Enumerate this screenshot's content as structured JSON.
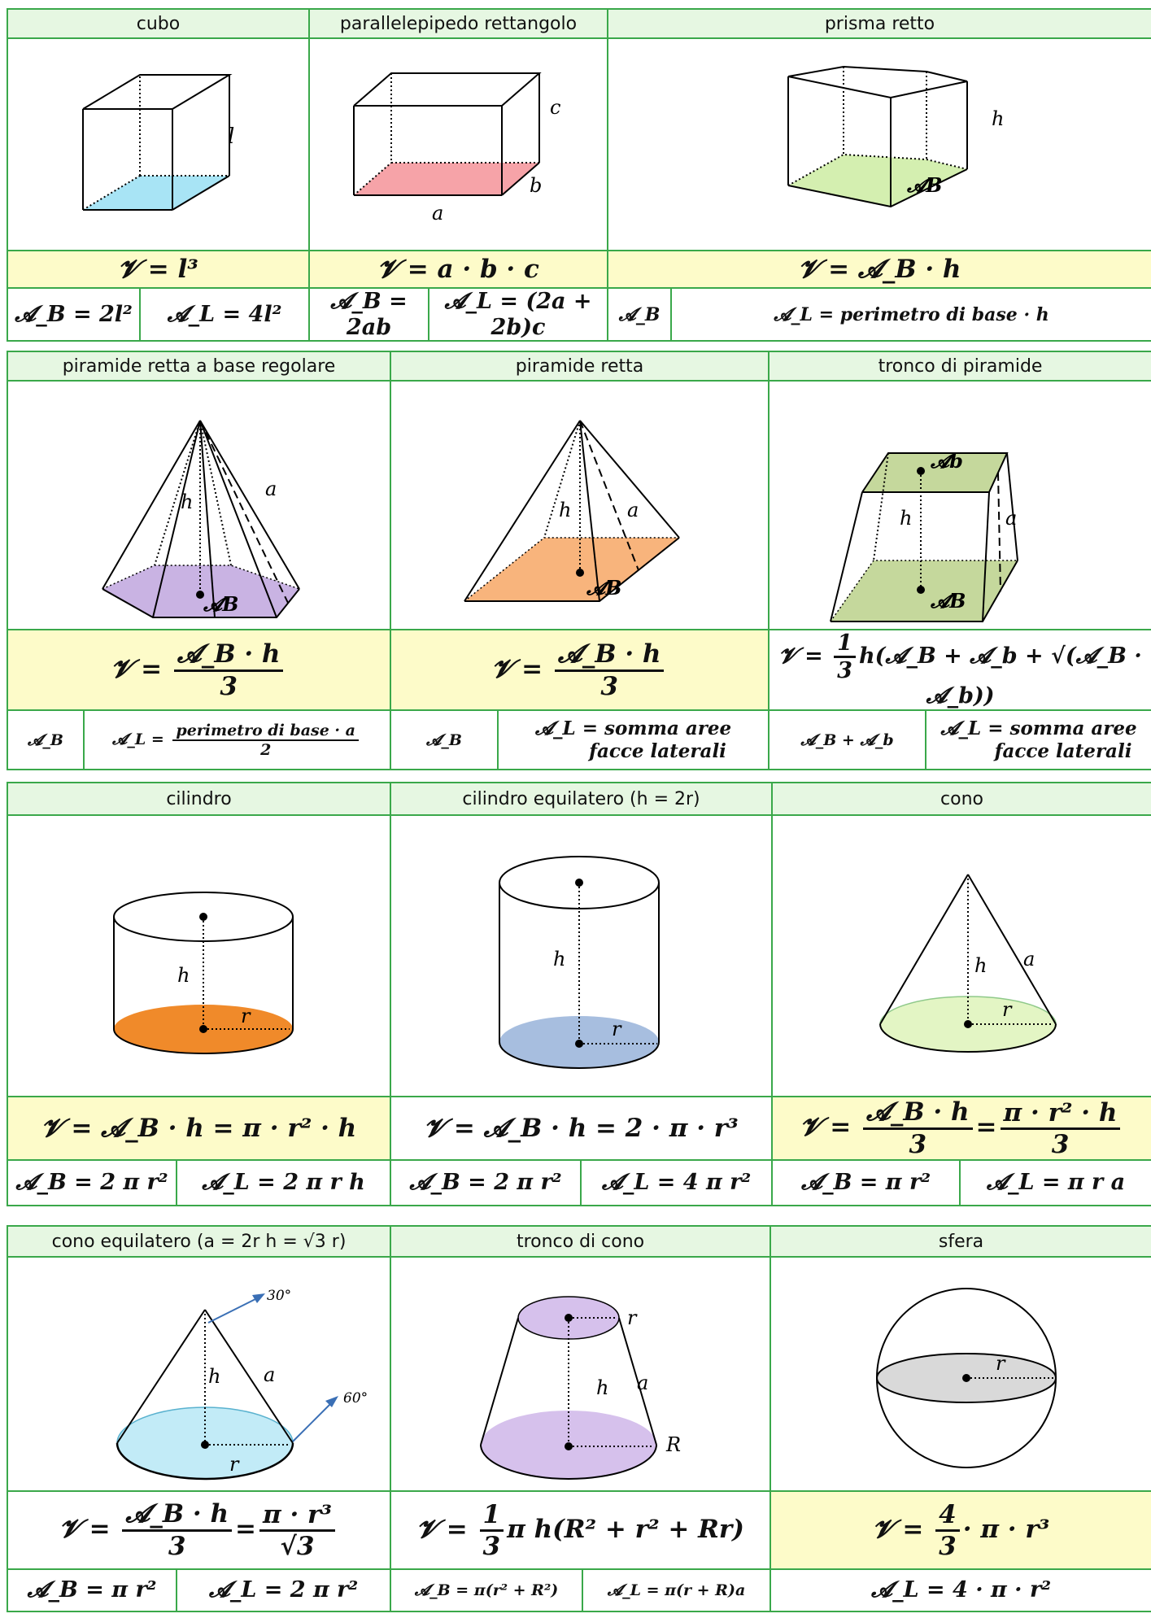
{
  "rows": [
    {
      "headers": [
        "cubo",
        "parallelepipedo rettangolo",
        "prisma retto"
      ],
      "volumes": [
        "𝓥 = l³",
        "𝓥 = a · b · c",
        "𝓥 = 𝓐_B · h"
      ],
      "areas": [
        [
          "𝓐_B = 2l²",
          "𝓐_L = 4l²"
        ],
        [
          "𝓐_B = 2ab",
          "𝓐_L = (2a + 2b)c"
        ],
        [
          "𝓐_B",
          "𝓐_L = perimetro di base · h"
        ]
      ],
      "labels": {
        "l": "l",
        "a": "a",
        "b": "b",
        "c": "c",
        "h": "h",
        "AB": "𝓐B"
      }
    },
    {
      "headers": [
        "piramide retta a base regolare",
        "piramide retta",
        "tronco di piramide"
      ],
      "volume_prefix": [
        "𝓥 =",
        "𝓥 =",
        "𝓥 ="
      ],
      "volume_num": [
        "𝓐_B · h",
        "𝓐_B · h"
      ],
      "volume_den": [
        "3",
        "3"
      ],
      "volume_frustum": [
        "1",
        "3",
        "h(𝓐_B + 𝓐_b + √(𝓐_B · 𝓐_b))"
      ],
      "areas": [
        [
          "𝓐_B",
          "𝓐_L ="
        ],
        [
          "𝓐_B",
          "𝓐_L = somma aree",
          "facce laterali"
        ],
        [
          "𝓐_B + 𝓐_b",
          "𝓐_L = somma aree",
          "facce laterali"
        ]
      ],
      "lateral_num": "perimetro di base · a",
      "lateral_den": "2",
      "labels": {
        "h": "h",
        "a": "a",
        "AB": "𝓐B",
        "Ab": "𝓐b"
      }
    },
    {
      "headers": [
        "cilindro",
        "cilindro equilatero (h = 2r)",
        "cono"
      ],
      "volumes": [
        "𝓥 = 𝓐_B · h = π · r² · h",
        "𝓥 = 𝓐_B · h = 2 · π · r³"
      ],
      "cone_volume": [
        "𝓥 =",
        "𝓐_B · h",
        "3",
        "=",
        "π · r² · h",
        "3"
      ],
      "areas": [
        [
          "𝓐_B = 2 π r²",
          "𝓐_L = 2 π r h"
        ],
        [
          "𝓐_B = 2 π r²",
          "𝓐_L = 4 π r²"
        ],
        [
          "𝓐_B = π r²",
          "𝓐_L = π r a"
        ]
      ],
      "labels": {
        "h": "h",
        "r": "r",
        "a": "a"
      }
    },
    {
      "headers": [
        "cono equilatero (a = 2r   h = √3 r)",
        "tronco di cono",
        "sfera"
      ],
      "volume_eq_cone": [
        "𝓥 =",
        "𝓐_B · h",
        "3",
        "=",
        "π · r³",
        "√3"
      ],
      "volume_frustum": [
        "𝓥 =",
        "1",
        "3",
        "π h(R² + r² + Rr)"
      ],
      "volume_sphere": [
        "𝓥 =",
        "4",
        "3",
        "· π · r³"
      ],
      "areas": [
        [
          "𝓐_B = π r²",
          "𝓐_L = 2 π r²"
        ],
        [
          "𝓐_B = π(r² + R²)",
          "𝓐_L = π(r + R)a"
        ],
        [
          "𝓐_L = 4 · π · r²"
        ]
      ],
      "labels": {
        "h": "h",
        "r": "r",
        "a": "a",
        "R": "R",
        "deg30": "30°",
        "deg60": "60°"
      }
    }
  ],
  "colors": {
    "border": "#3aa84a",
    "header_bg": "#e6f7e2",
    "volume_bg": "#fdfbc9",
    "cube_base": "#a8e4f5",
    "box_base": "#f6a3a8",
    "prism_base": "#d4efb0",
    "hex_base": "#c9b3e3",
    "square_pyramid_base": "#f8b47c",
    "frustum_face": "#c5d89c",
    "cylinder_base": "#f08a2a",
    "eq_cylinder_base": "#a7bedf",
    "cone_base": "#e3f5c4",
    "eq_cone_base": "#c2ebf7",
    "cone_frustum": "#d6c1ec",
    "sphere_equator": "#d9d9d9"
  }
}
